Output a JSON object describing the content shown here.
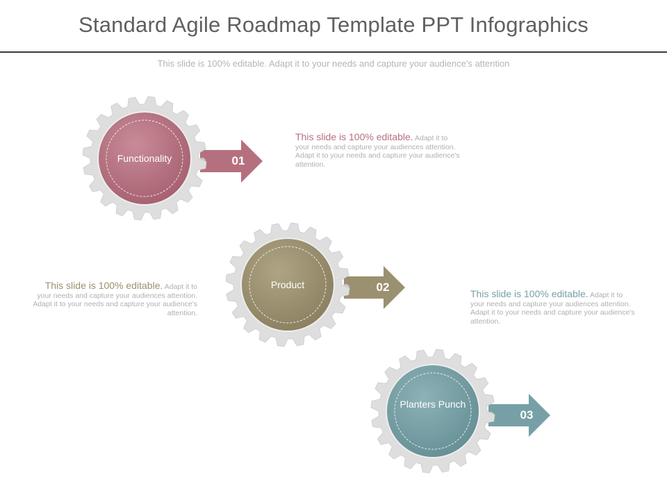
{
  "header": {
    "title": "Standard Agile Roadmap Template PPT Infographics",
    "subtitle": "This slide is 100% editable. Adapt it to your needs and capture your audience's attention"
  },
  "steps": [
    {
      "label": "Functionality",
      "number": "01",
      "color": "#b5707f",
      "note_lead": "This slide is 100% editable.",
      "note_body": " Adapt it to your needs and capture your audiences attention.  Adapt it to your needs and capture your audience's attention."
    },
    {
      "label": "Product",
      "number": "02",
      "color": "#9b9070",
      "note_lead": "This slide is 100% editable.",
      "note_body": " Adapt it to your needs and capture your audiences attention.  Adapt it to your needs and capture your audience's attention."
    },
    {
      "label": "Planters Punch",
      "number": "03",
      "color": "#77a0a6",
      "note_lead": "This slide is 100% editable.",
      "note_body": " Adapt it to your needs and capture your audiences attention.  Adapt it to your needs and capture your audience's attention."
    }
  ],
  "colors": {
    "gear": "#dedede",
    "gear_shadow": "#c8c8c8",
    "title": "#5f5f5f",
    "muted_text": "#b0b0b0"
  }
}
